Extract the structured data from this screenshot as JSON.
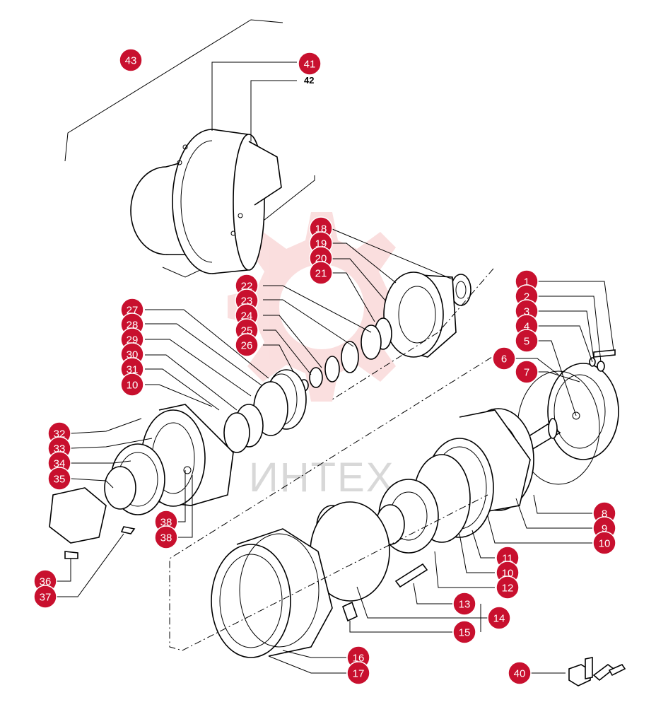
{
  "diagram": {
    "watermark": {
      "text": "ИНТЕХ",
      "gear_color": "#f6c4c4",
      "text_color": "#d8d8d8"
    },
    "callout_color": "#c8102e",
    "callouts": [
      {
        "id": "c43",
        "label": "43"
      },
      {
        "id": "c41",
        "label": "41"
      },
      {
        "id": "c18",
        "label": "18"
      },
      {
        "id": "c19",
        "label": "19"
      },
      {
        "id": "c20",
        "label": "20"
      },
      {
        "id": "c21",
        "label": "21"
      },
      {
        "id": "c22",
        "label": "22"
      },
      {
        "id": "c23",
        "label": "23"
      },
      {
        "id": "c24",
        "label": "24"
      },
      {
        "id": "c25",
        "label": "25"
      },
      {
        "id": "c26",
        "label": "26"
      },
      {
        "id": "c27",
        "label": "27"
      },
      {
        "id": "c28",
        "label": "28"
      },
      {
        "id": "c29",
        "label": "29"
      },
      {
        "id": "c30",
        "label": "30"
      },
      {
        "id": "c31",
        "label": "31"
      },
      {
        "id": "c10a",
        "label": "10"
      },
      {
        "id": "c1",
        "label": "1"
      },
      {
        "id": "c2",
        "label": "2"
      },
      {
        "id": "c3",
        "label": "3"
      },
      {
        "id": "c4",
        "label": "4"
      },
      {
        "id": "c5",
        "label": "5"
      },
      {
        "id": "c6",
        "label": "6"
      },
      {
        "id": "c7",
        "label": "7"
      },
      {
        "id": "c32",
        "label": "32"
      },
      {
        "id": "c33",
        "label": "33"
      },
      {
        "id": "c34",
        "label": "34"
      },
      {
        "id": "c35",
        "label": "35"
      },
      {
        "id": "c38a",
        "label": "38"
      },
      {
        "id": "c38b",
        "label": "38"
      },
      {
        "id": "c36",
        "label": "36"
      },
      {
        "id": "c37",
        "label": "37"
      },
      {
        "id": "c8",
        "label": "8"
      },
      {
        "id": "c9",
        "label": "9"
      },
      {
        "id": "c10b",
        "label": "10"
      },
      {
        "id": "c11",
        "label": "11"
      },
      {
        "id": "c10c",
        "label": "10"
      },
      {
        "id": "c12",
        "label": "12"
      },
      {
        "id": "c13",
        "label": "13"
      },
      {
        "id": "c14",
        "label": "14"
      },
      {
        "id": "c15",
        "label": "15"
      },
      {
        "id": "c16",
        "label": "16"
      },
      {
        "id": "c17",
        "label": "17"
      },
      {
        "id": "c40",
        "label": "40"
      }
    ],
    "plain_labels": [
      {
        "id": "p42",
        "label": "42"
      }
    ]
  }
}
